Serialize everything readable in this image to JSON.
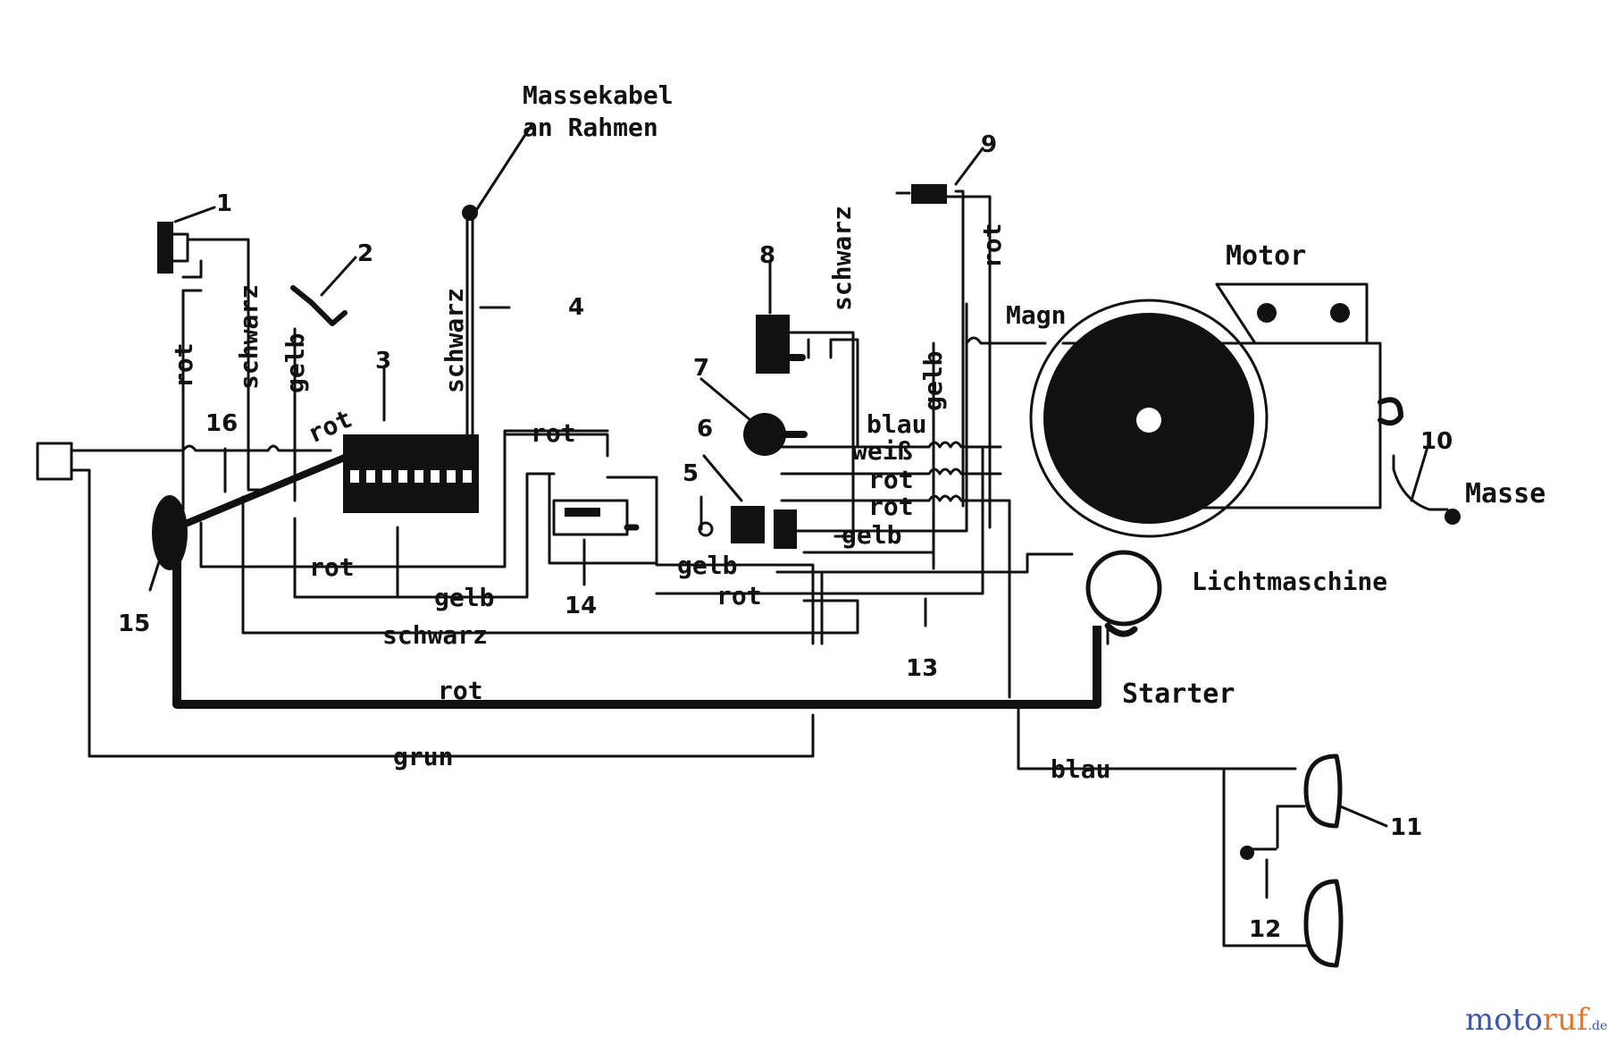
{
  "labels": {
    "massekabel_1": "Massekabel",
    "massekabel_2": "an Rahmen",
    "motor": "Motor",
    "magn": "Magn",
    "masse": "Masse",
    "lichtmaschine": "Lichtmaschine",
    "starter": "Starter"
  },
  "wires": {
    "rot_1": "rot",
    "schwarz_1": "schwarz",
    "gelb_1": "gelb",
    "rot_2": "rot",
    "schwarz_4": "schwarz",
    "rot_top": "rot",
    "rot_mid": "rot",
    "gelb_mid": "gelb",
    "schwarz_low": "schwarz",
    "gelb_14": "gelb",
    "rot_14": "rot",
    "rot_main": "rot",
    "grun": "grun",
    "schwarz_8": "schwarz",
    "blau": "blau",
    "weiss": "weiß",
    "rot_a": "rot",
    "rot_b": "rot",
    "gelb_b": "gelb",
    "gelb_v": "gelb",
    "rot_v9": "rot",
    "blau_bottom": "blau"
  },
  "numbers": {
    "n1": "1",
    "n2": "2",
    "n3": "3",
    "n4": "4",
    "n5": "5",
    "n6": "6",
    "n7": "7",
    "n8": "8",
    "n9": "9",
    "n10": "10",
    "n11": "11",
    "n12": "12",
    "n13": "13",
    "n14": "14",
    "n15": "15",
    "n16": "16"
  },
  "watermark": {
    "part_a": "moto",
    "part_b": "ruf",
    "part_c": ".de"
  }
}
